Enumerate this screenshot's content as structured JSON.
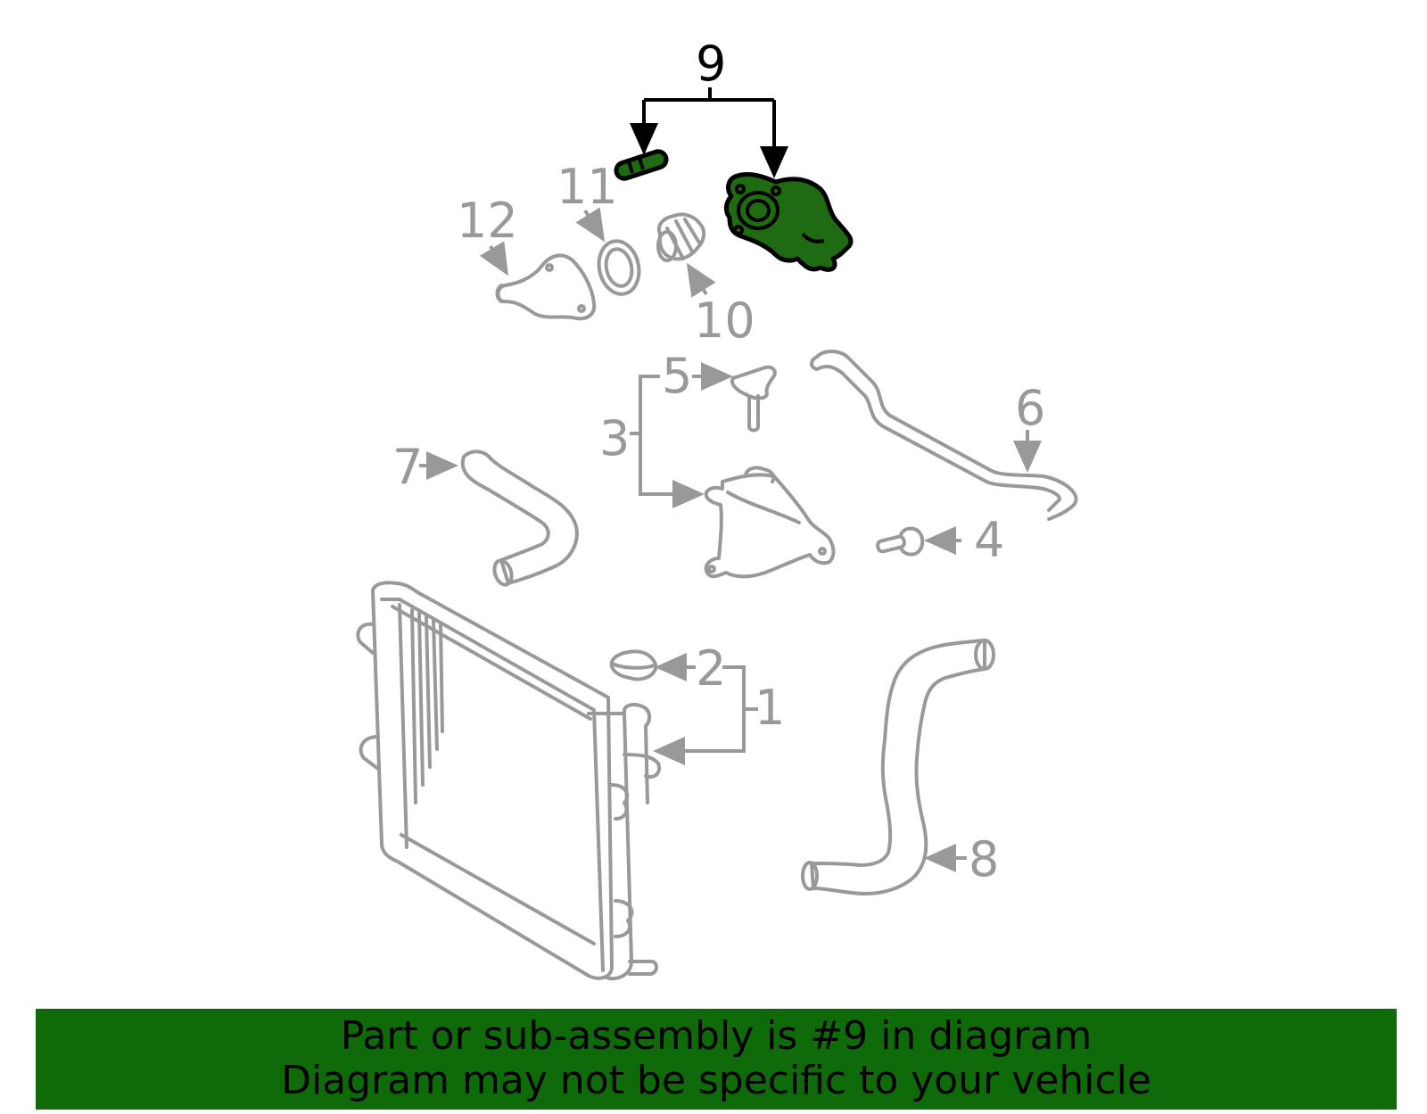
{
  "callouts": {
    "c1": "1",
    "c2": "2",
    "c3": "3",
    "c4": "4",
    "c5": "5",
    "c6": "6",
    "c7": "7",
    "c8": "8",
    "c9": "9",
    "c10": "10",
    "c11": "11",
    "c12": "12"
  },
  "banner": {
    "line1": "Part or sub-assembly is #9 in diagram",
    "line2": "Diagram may not be specific to your vehicle"
  },
  "colors": {
    "highlight_fill": "#1f6b12",
    "banner_background": "#0f6b0a",
    "part_stroke": "#999999"
  }
}
